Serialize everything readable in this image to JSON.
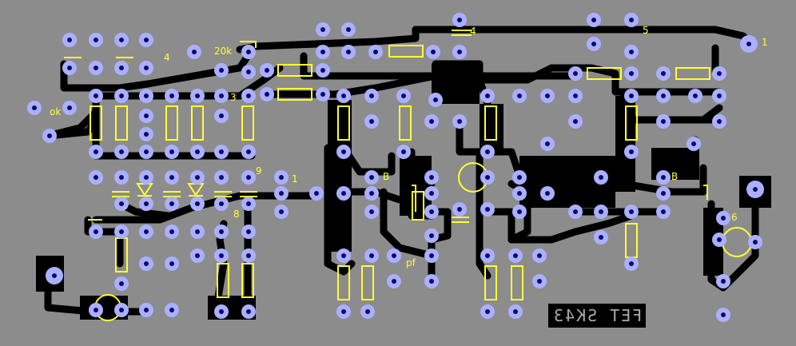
{
  "board": {
    "title": "FET SK43",
    "title_note": "title printed mirrored (bottom copper side)",
    "colors": {
      "substrate": "#8c8c8c",
      "copper": "#000000",
      "pad": "#aab0ff",
      "hole": "#0a0a6e",
      "silkscreen": "#ffff33",
      "title_text": "#a9a9a9"
    }
  },
  "labels": {
    "l_1": "1",
    "l_5": "5",
    "l_4_top": "4",
    "l_4_left": "4",
    "l_20k": "20k",
    "l_ok": "ok",
    "l_b_mid": "B",
    "l_b_right": "B",
    "l_6": "6",
    "l_8": "8",
    "l_9": "9",
    "l_1_mid": "1",
    "l_3": "3",
    "l_pf": "pf"
  }
}
